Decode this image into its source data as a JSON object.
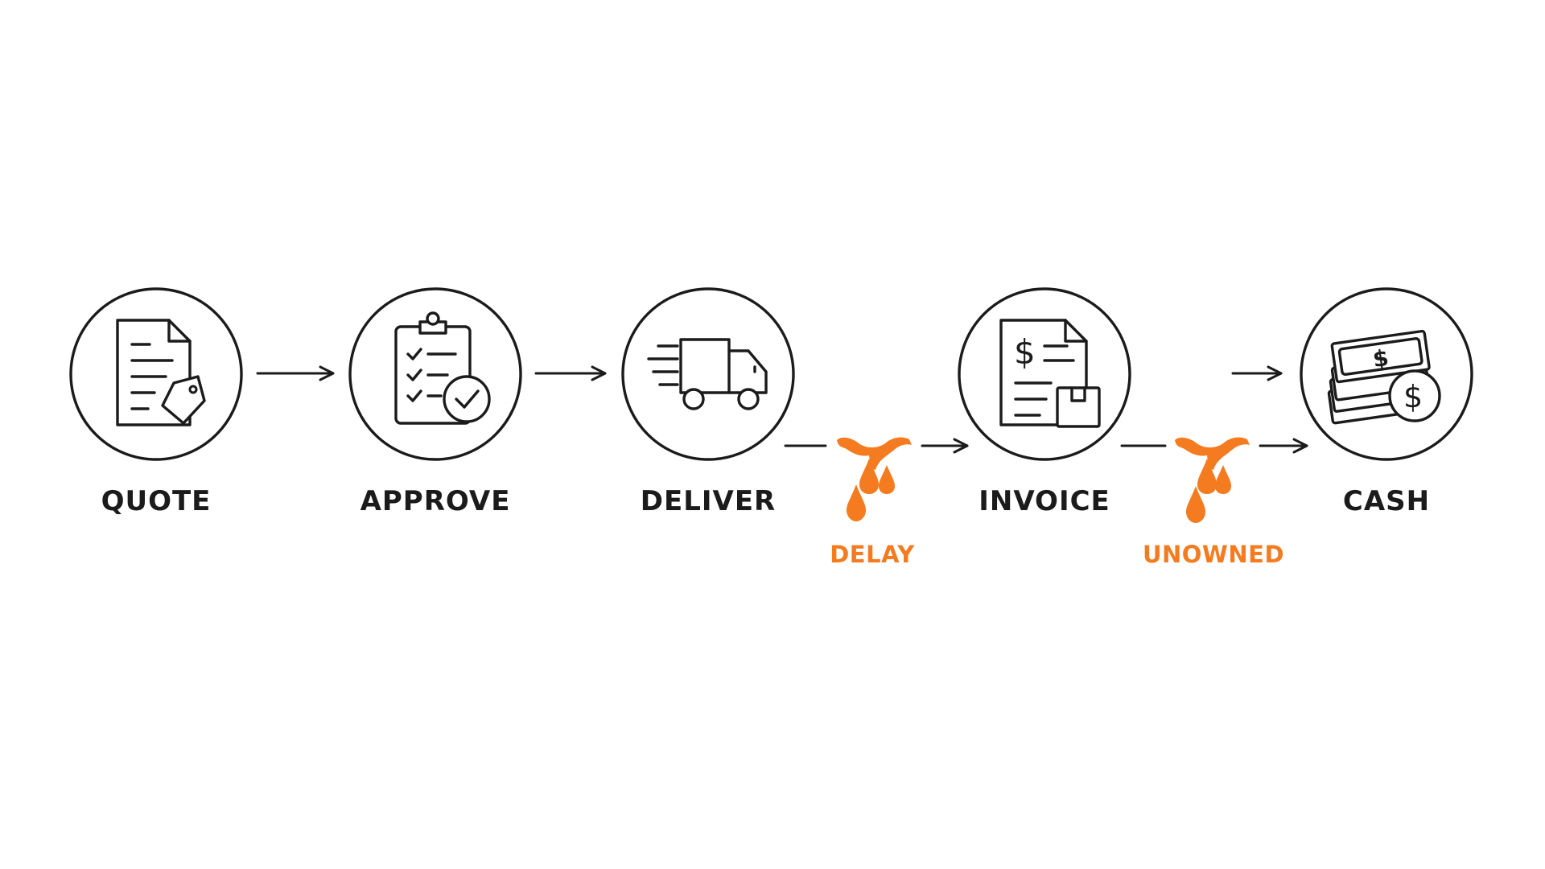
{
  "colors": {
    "ink": "#1b1b1b",
    "accent": "#f47b20",
    "background": "#ffffff"
  },
  "steps": [
    {
      "label": "QUOTE",
      "icon": "quote-document-tag-icon"
    },
    {
      "label": "APPROVE",
      "icon": "clipboard-checklist-icon"
    },
    {
      "label": "DELIVER",
      "icon": "delivery-truck-icon"
    },
    {
      "label": "INVOICE",
      "icon": "invoice-document-box-icon"
    },
    {
      "label": "CASH",
      "icon": "cash-stack-coin-icon"
    }
  ],
  "leaks": [
    {
      "label": "DELAY",
      "icon": "leak-drip-icon"
    },
    {
      "label": "UNOWNED",
      "icon": "leak-drip-icon"
    }
  ]
}
